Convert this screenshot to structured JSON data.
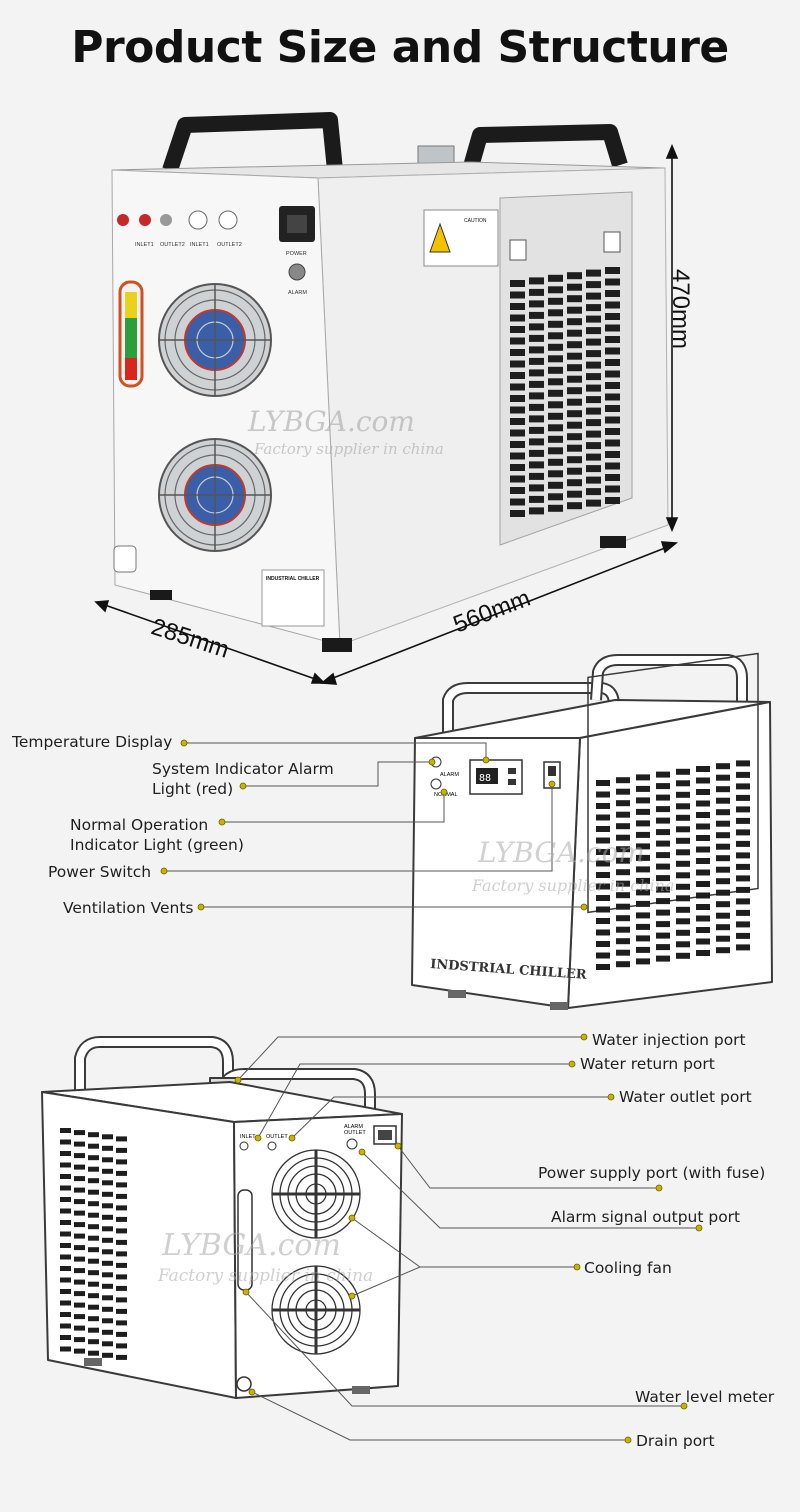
{
  "title": "Product Size and Structure",
  "dimensions": {
    "depth": "285mm",
    "width": "560mm",
    "height": "470mm"
  },
  "unit_text": {
    "inlet1": "INLET1",
    "outlet2": "OUTLET2",
    "inlet1b": "INLET1",
    "outlet2b": "OUTLET2",
    "power": "POWER",
    "alarm": "ALARM",
    "plate_title": "INDUSTRIAL CHILLER",
    "caution": "CAUTION"
  },
  "watermark": {
    "line1": "LYBGA.com",
    "line2": "Factory supplier in china"
  },
  "front_callouts": [
    "Temperature Display",
    "System Indicator Alarm",
    "Light (red)",
    "Normal Operation",
    "Indicator Light (green)",
    "Power Switch",
    "Ventilation Vents"
  ],
  "front_sketch": {
    "display_value": "88",
    "alarm": "ALARM",
    "normal": "NORMAL",
    "plate": "INDSTRIAL CHILLER"
  },
  "back_callouts": [
    "Water injection port",
    "Water return port",
    "Water outlet port",
    "Power supply port (with fuse)",
    "Alarm signal output port",
    "Cooling fan",
    "Water level meter",
    "Drain port"
  ],
  "back_sketch": {
    "inlet": "INLET",
    "outlet": "OUTLET",
    "alarm": "ALARM",
    "outlet2": "OUTLET"
  },
  "colors": {
    "callout_dot": "#c8b400",
    "line": "#555555"
  }
}
